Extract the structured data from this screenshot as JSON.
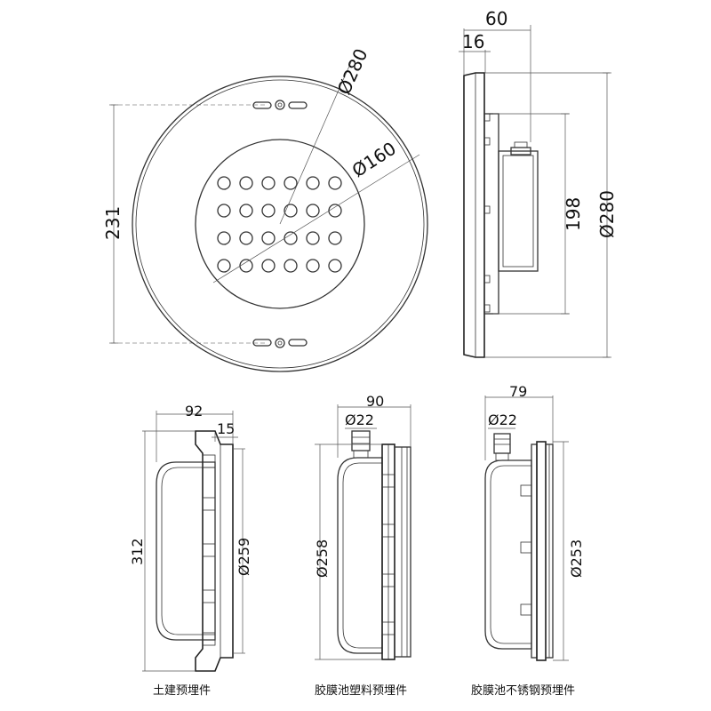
{
  "front_view": {
    "outer_diameter": "Ø280",
    "lens_diameter": "Ø160",
    "height": "231"
  },
  "side_view": {
    "total_depth": "60",
    "flange_depth": "16",
    "body_height": "198",
    "outer_diameter": "Ø280"
  },
  "niche_civil": {
    "depth": "92",
    "lip": "15",
    "height": "312",
    "diameter": "Ø259",
    "caption": "土建预埋件"
  },
  "niche_liner_plastic": {
    "depth": "90",
    "conduit": "Ø22",
    "diameter": "Ø258",
    "caption": "胶膜池塑料预埋件"
  },
  "niche_liner_steel": {
    "depth": "79",
    "conduit": "Ø22",
    "diameter": "Ø253",
    "caption": "胶膜池不锈钢预埋件"
  }
}
